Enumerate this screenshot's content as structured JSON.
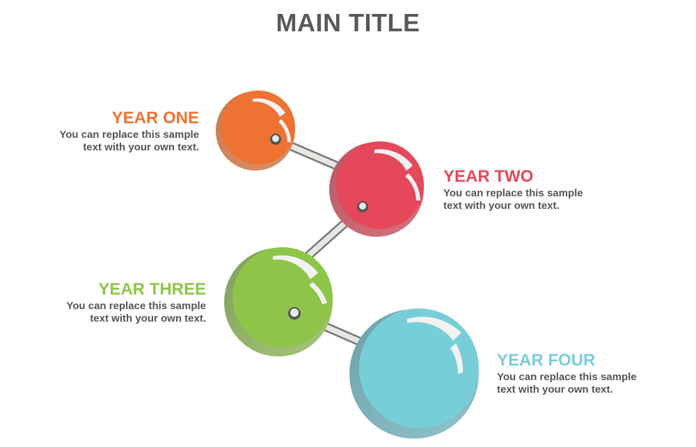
{
  "title": "MAIN TITLE",
  "steps": [
    {
      "heading": "YEAR ONE",
      "desc_line1": "You can replace this sample",
      "desc_line2": "text with your own text.",
      "color": "#EE7231"
    },
    {
      "heading": "YEAR TWO",
      "desc_line1": "You can replace this sample",
      "desc_line2": "text with your own text.",
      "color": "#E5485A"
    },
    {
      "heading": "YEAR THREE",
      "desc_line1": "You can replace this sample",
      "desc_line2": "text with your own text.",
      "color": "#8EC549"
    },
    {
      "heading": "YEAR FOUR",
      "desc_line1": "You can replace this sample",
      "desc_line2": "text with your own text.",
      "color": "#78CED8"
    }
  ]
}
